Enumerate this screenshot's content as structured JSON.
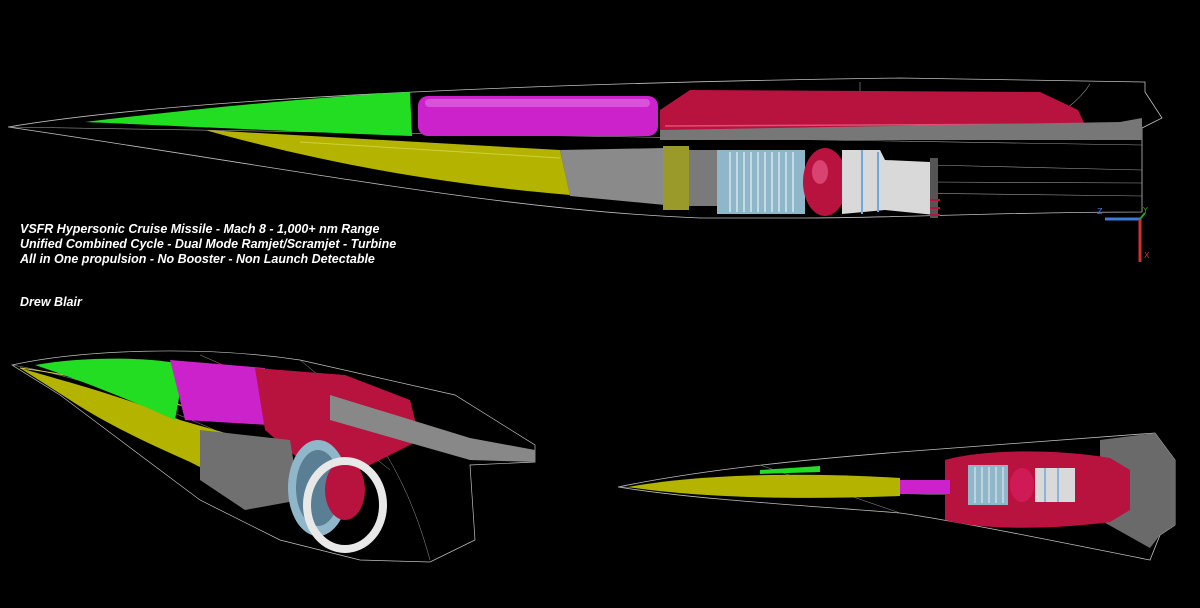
{
  "caption": {
    "line1": "VSFR Hypersonic Cruise Missile - Mach 8 - 1,000+ nm Range",
    "line2": "Unified Combined Cycle - Dual Mode Ramjet/Scramjet - Turbine",
    "line3": "All in One propulsion - No Booster - Non Launch Detectable"
  },
  "author": "Drew Blair",
  "axis_gizmo": {
    "z_label": "Z",
    "y_label": "Y",
    "x_label": "X"
  },
  "colors": {
    "background": "#000000",
    "wireframe": "#bfbfbf",
    "forebody_green": "#22dd22",
    "fuel_tank_magenta": "#cc22cc",
    "body_crimson": "#b8123f",
    "inlet_olive": "#b3b300",
    "engine_grey": "#8a8a8a",
    "compressor_blue": "#8fb6c9",
    "text": "#ffffff"
  },
  "views": [
    "side-view",
    "isometric-view",
    "top-view"
  ]
}
